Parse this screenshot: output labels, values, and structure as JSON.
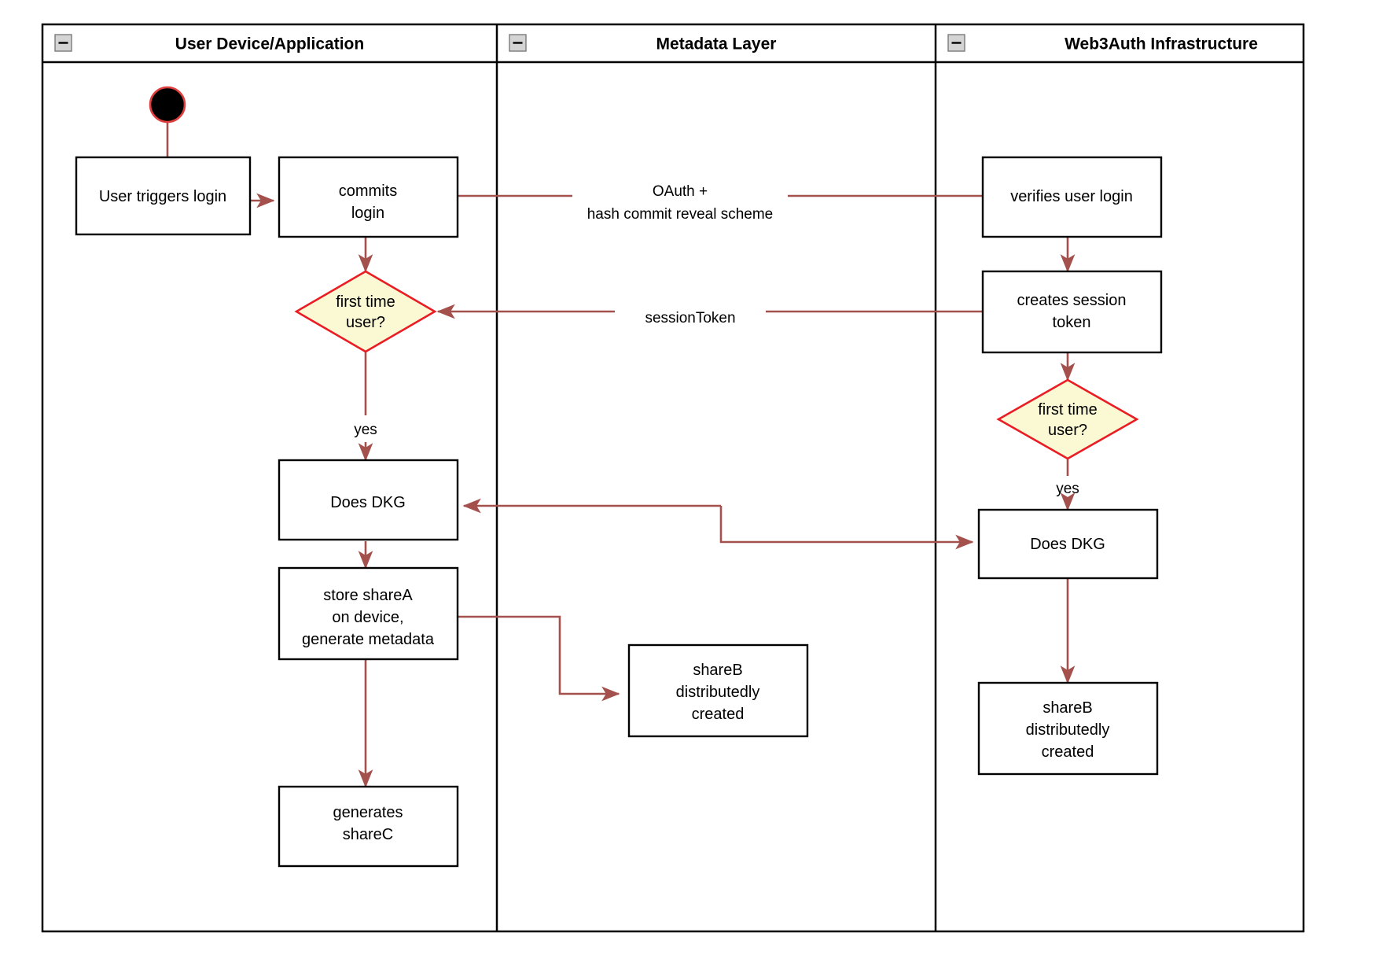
{
  "diagram": {
    "type": "uml-activity-swimlane",
    "background": "#ffffff",
    "border_color": "#000000",
    "flow_color": "#a4514d",
    "decision_fill": "#fbf8d4",
    "decision_stroke": "#ea1c24",
    "start_node_fill": "#000000",
    "start_node_stroke": "#e0403d"
  },
  "lanes": [
    {
      "id": "lane-user",
      "title": "User Device/Application",
      "collapse_icon": "minus-icon"
    },
    {
      "id": "lane-metadata",
      "title": "Metadata Layer",
      "collapse_icon": "minus-icon"
    },
    {
      "id": "lane-web3auth",
      "title": "Web3Auth Infrastructure",
      "collapse_icon": "minus-icon"
    }
  ],
  "nodes": {
    "start": {
      "name": "start-node",
      "shape": "initial-node"
    },
    "user_triggers_login": {
      "lines": [
        "User triggers login"
      ],
      "shape": "activity"
    },
    "commits_login": {
      "lines": [
        "commits",
        "login"
      ],
      "shape": "activity"
    },
    "first_time_user_left": {
      "lines": [
        "first time",
        "user?"
      ],
      "shape": "decision"
    },
    "does_dkg_left": {
      "lines": [
        "Does DKG"
      ],
      "shape": "activity"
    },
    "store_share_a": {
      "lines": [
        "store shareA",
        "on device,",
        "generate metadata"
      ],
      "shape": "activity"
    },
    "generates_share_c": {
      "lines": [
        "generates",
        "shareC"
      ],
      "shape": "activity"
    },
    "share_b_metadata": {
      "lines": [
        "shareB",
        "distributedly",
        "created"
      ],
      "shape": "activity"
    },
    "verifies_user_login": {
      "lines": [
        "verifies user login"
      ],
      "shape": "activity"
    },
    "creates_session_token": {
      "lines": [
        "creates session",
        "token"
      ],
      "shape": "activity"
    },
    "first_time_user_right": {
      "lines": [
        "first time",
        "user?"
      ],
      "shape": "decision"
    },
    "does_dkg_right": {
      "lines": [
        "Does DKG"
      ],
      "shape": "activity"
    },
    "share_b_web3auth": {
      "lines": [
        "shareB",
        "distributedly",
        "created"
      ],
      "shape": "activity"
    }
  },
  "edge_labels": {
    "oauth_line1": "OAuth +",
    "oauth_line2": "hash commit reveal scheme",
    "session_token": "sessionToken",
    "yes_left": "yes",
    "yes_right": "yes"
  }
}
